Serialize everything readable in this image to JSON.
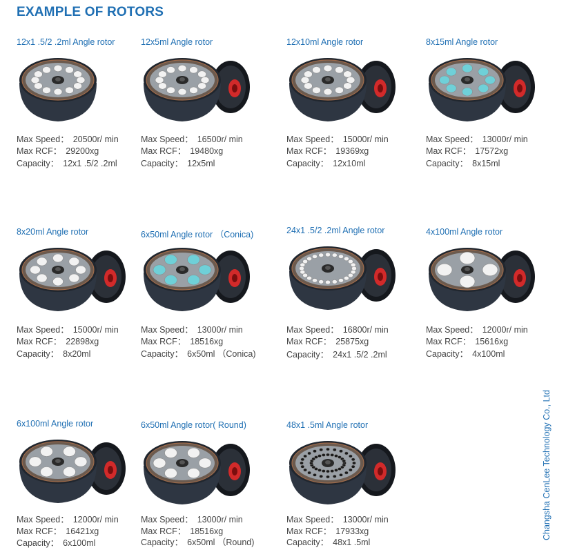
{
  "page": {
    "title": "EXAMPLE OF ROTORS",
    "company": "Changsha CenLee Technology Co., Ltd"
  },
  "colors": {
    "heading_blue": "#1f6fb3",
    "rotor_body": "#2e3642",
    "lid_red": "#d22a2a",
    "tube_white": "#f2f2f2",
    "tube_cyan": "#6fd0d8"
  },
  "rotors": [
    {
      "title": "12x1 .5/2 .2ml Angle rotor",
      "speed_label": "Max Speed：",
      "speed": "20500r/ min",
      "rcf_label": "Max RCF：",
      "rcf": "29200xg",
      "cap_label": "Capacity：",
      "capacity": "12x1 .5/2 .2ml",
      "tube_color": "#f2f2f2",
      "tube_count": 12,
      "has_lid": false
    },
    {
      "title": "12x5ml Angle rotor",
      "speed_label": "Max Speed：",
      "speed": "16500r/ min",
      "rcf_label": "Max RCF：",
      "rcf": "19480xg",
      "cap_label": "Capacity：",
      "capacity": "12x5ml",
      "tube_color": "#f2f2f2",
      "tube_count": 12,
      "has_lid": true
    },
    {
      "title": "12x10ml Angle rotor",
      "speed_label": "Max Speed：",
      "speed": "15000r/ min",
      "rcf_label": "Max RCF：",
      "rcf": "19369xg",
      "cap_label": "Capacity：",
      "capacity": "12x10ml",
      "tube_color": "#f2f2f2",
      "tube_count": 12,
      "has_lid": true
    },
    {
      "title": "8x15ml Angle rotor",
      "speed_label": "Max Speed：",
      "speed": "13000r/ min",
      "rcf_label": "Max RCF：",
      "rcf": "17572xg",
      "cap_label": "Capacity：",
      "capacity": "8x15ml",
      "tube_color": "#6fd0d8",
      "tube_count": 8,
      "has_lid": true
    },
    {
      "title": "8x20ml Angle rotor",
      "speed_label": "Max Speed：",
      "speed": "15000r/ min",
      "rcf_label": "Max RCF：",
      "rcf": "22898xg",
      "cap_label": "Capacity：",
      "capacity": "8x20ml",
      "tube_color": "#f2f2f2",
      "tube_count": 8,
      "has_lid": true
    },
    {
      "title": "6x50ml Angle rotor （Conica)",
      "speed_label": "Max Speed：",
      "speed": "13000r/ min",
      "rcf_label": "Max RCF：",
      "rcf": "18516xg",
      "cap_label": "Capacity：",
      "capacity": "6x50ml （Conica)",
      "tube_color": "#6fd0d8",
      "tube_count": 6,
      "has_lid": true
    },
    {
      "title": "24x1 .5/2 .2ml Angle rotor",
      "speed_label": "Max Speed：",
      "speed": "16800r/ min",
      "rcf_label": "Max RCF：",
      "rcf": "25875xg",
      "cap_label": "Capacity：",
      "capacity": "24x1 .5/2 .2ml",
      "tube_color": "#f2f2f2",
      "tube_count": 24,
      "has_lid": true
    },
    {
      "title": "4x100ml Angle rotor",
      "speed_label": "Max Speed：",
      "speed": "12000r/ min",
      "rcf_label": "Max RCF：",
      "rcf": "15616xg",
      "cap_label": "Capacity：",
      "capacity": "4x100ml",
      "tube_color": "#f2f2f2",
      "tube_count": 4,
      "has_lid": true
    },
    {
      "title": "6x100ml Angle rotor",
      "speed_label": "Max Speed：",
      "speed": "12000r/ min",
      "rcf_label": "Max RCF：",
      "rcf": "16421xg",
      "cap_label": "Capacity：",
      "capacity": "6x100ml",
      "tube_color": "#f2f2f2",
      "tube_count": 6,
      "has_lid": true
    },
    {
      "title": "6x50ml Angle rotor( Round)",
      "speed_label": "Max Speed：",
      "speed": "13000r/ min",
      "rcf_label": "Max RCF：",
      "rcf": "18516xg",
      "cap_label": "Capacity：",
      "capacity": "6x50ml （Round)",
      "tube_color": "#f2f2f2",
      "tube_count": 6,
      "has_lid": true
    },
    {
      "title": "48x1 .5ml Angle rotor",
      "speed_label": "Max Speed：",
      "speed": "13000r/ min",
      "rcf_label": "Max RCF：",
      "rcf": "17933xg",
      "cap_label": "Capacity：",
      "capacity": "48x1 .5ml",
      "tube_color": "#1a1a1a",
      "tube_count": 48,
      "has_lid": true
    }
  ]
}
